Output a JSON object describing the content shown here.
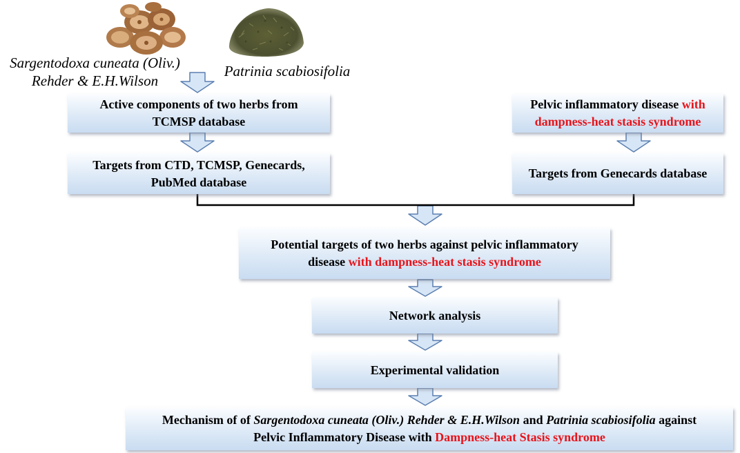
{
  "herbs": [
    {
      "image_icon": "herb-root-slices-photo",
      "name_line1": "Sargentodoxa cuneata (Oliv.)",
      "name_line2": "Rehder & E.H.Wilson"
    },
    {
      "image_icon": "herb-dried-leaves-photo",
      "name_line1": "Patrinia scabiosifolia"
    }
  ],
  "boxes": {
    "active_components": {
      "line1": "Active components of two herbs from",
      "line2": "TCMSP database"
    },
    "herb_targets": {
      "line1": "Targets from CTD, TCMSP, Genecards,",
      "line2": "PubMed database"
    },
    "disease": {
      "line1_black": "Pelvic inflammatory disease ",
      "line1_red": "with",
      "line2_red": "dampness-heat stasis syndrome"
    },
    "disease_targets": {
      "text": "Targets from Genecards database"
    },
    "potential_targets": {
      "line1": "Potential targets of two herbs against pelvic inflammatory",
      "line2_black": "disease ",
      "line2_red": "with dampness-heat stasis syndrome"
    },
    "network": {
      "text": "Network analysis"
    },
    "experimental": {
      "text": "Experimental validation"
    },
    "mechanism": {
      "line1_a": "Mechanism of of ",
      "line1_b_italic": "Sargentodoxa cuneata (Oliv.) Rehder & E.H.Wilson",
      "line1_c": " and ",
      "line1_d_italic": "Patrinia scabiosifolia",
      "line1_e": " against",
      "line2_black": "Pelvic Inflammatory Disease with ",
      "line2_red": "Dampness-heat Stasis syndrome"
    }
  },
  "colors": {
    "highlight_red": "#e8141b",
    "box_gradient_top": "#fbfdff",
    "box_gradient_bottom": "#c9dcf1",
    "arrow_fill": "#d7e6f6",
    "arrow_stroke": "#5b7fb0"
  }
}
